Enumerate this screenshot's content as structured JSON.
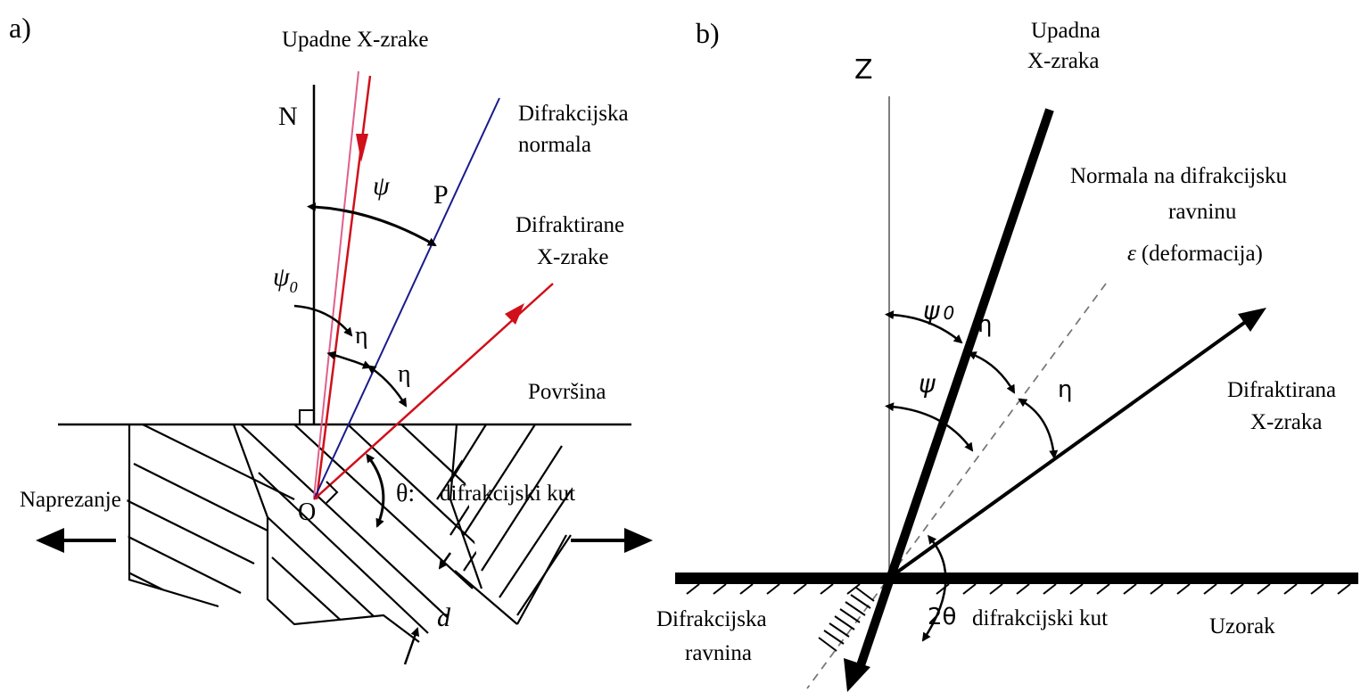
{
  "panel_a": {
    "panel_label": "a)",
    "incident_rays": "Upadne X-zrake",
    "diffraction_normal_1": "Difrakcijska",
    "diffraction_normal_2": "normala",
    "diffracted_rays_1": "Difraktirane",
    "diffracted_rays_2": "X-zrake",
    "surface": "Površina",
    "stress": "Naprezanje",
    "diffraction_angle": "difrakcijski kut",
    "symbol_N": "N",
    "symbol_P": "P",
    "symbol_psi": "ψ",
    "symbol_psi0_base": "ψ",
    "symbol_psi0_sub": "0",
    "symbol_eta1": "η",
    "symbol_eta2": "η",
    "symbol_O": "O",
    "symbol_theta": "θ:",
    "symbol_d": "d",
    "colors": {
      "incident": "#d0101a",
      "normal": "#1a1a8c",
      "diffracted": "#d0101a",
      "pink": "#e0608a"
    }
  },
  "panel_b": {
    "panel_label": "b)",
    "incident_ray_1": "Upadna",
    "incident_ray_2": "X-zraka",
    "plane_normal_1": "Normala na difrakcijsku",
    "plane_normal_2": "ravninu",
    "strain_symbol": "ε",
    "strain_text": "(deformacija)",
    "diffracted_ray_1": "Difraktirana",
    "diffracted_ray_2": "X-zraka",
    "sample": "Uzorak",
    "diffraction_plane_1": "Difrakcijska",
    "diffraction_plane_2": "ravnina",
    "diffraction_angle": "difrakcijski kut",
    "symbol_Z": "Z",
    "symbol_psi0_base": "ψ",
    "symbol_psi0_sub": "0",
    "symbol_psi": "ψ",
    "symbol_eta1": "η",
    "symbol_eta2": "η",
    "symbol_2theta": "2θ"
  }
}
